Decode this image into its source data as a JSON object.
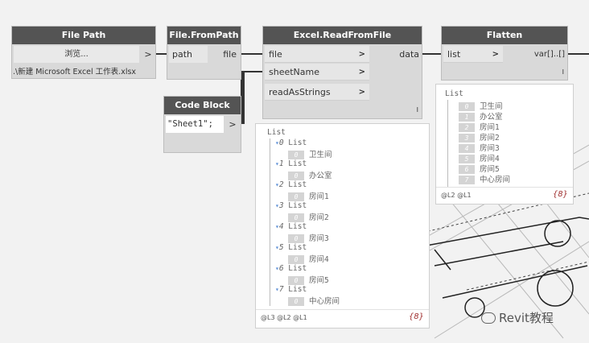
{
  "nodes": {
    "file_path": {
      "title": "File Path",
      "browse_label": "浏览...",
      "out_arrow": ">",
      "path_value": ".\\新建 Microsoft Excel 工作表.xlsx"
    },
    "file_from_path": {
      "title": "File.FromPath",
      "input": "path",
      "output": "file"
    },
    "code_block": {
      "title": "Code Block",
      "code": "\"Sheet1\";",
      "out_arrow": ">"
    },
    "excel_read": {
      "title": "Excel.ReadFromFile",
      "inputs": [
        "file",
        "sheetName",
        "readAsStrings"
      ],
      "output": "data",
      "arrow": ">",
      "lacing": "I"
    },
    "flatten": {
      "title": "Flatten",
      "input": "list",
      "output": "var[]..[]",
      "arrow": ">",
      "lacing": "I"
    }
  },
  "preview_nested": {
    "root": "List",
    "items": [
      {
        "index": "0",
        "label": "List",
        "child_index": "0",
        "value": "卫生间"
      },
      {
        "index": "1",
        "label": "List",
        "child_index": "0",
        "value": "办公室"
      },
      {
        "index": "2",
        "label": "List",
        "child_index": "0",
        "value": "房间1"
      },
      {
        "index": "3",
        "label": "List",
        "child_index": "0",
        "value": "房间2"
      },
      {
        "index": "4",
        "label": "List",
        "child_index": "0",
        "value": "房间3"
      },
      {
        "index": "5",
        "label": "List",
        "child_index": "0",
        "value": "房间4"
      },
      {
        "index": "6",
        "label": "List",
        "child_index": "0",
        "value": "房间5"
      },
      {
        "index": "7",
        "label": "List",
        "child_index": "0",
        "value": "中心房间"
      }
    ],
    "levels": "@L3 @L2 @L1",
    "count": "{8}"
  },
  "preview_flat": {
    "root": "List",
    "items": [
      {
        "index": "0",
        "value": "卫生间"
      },
      {
        "index": "1",
        "value": "办公室"
      },
      {
        "index": "2",
        "value": "房间1"
      },
      {
        "index": "3",
        "value": "房间2"
      },
      {
        "index": "4",
        "value": "房间3"
      },
      {
        "index": "5",
        "value": "房间4"
      },
      {
        "index": "6",
        "value": "房间5"
      },
      {
        "index": "7",
        "value": "中心房间"
      }
    ],
    "levels": "@L2 @L1",
    "count": "{8}"
  },
  "watermark": "Revit教程",
  "colors": {
    "node_header": "#545454",
    "node_body": "#d9d9d9",
    "wire": "#333333",
    "count_text": "#a03030"
  }
}
